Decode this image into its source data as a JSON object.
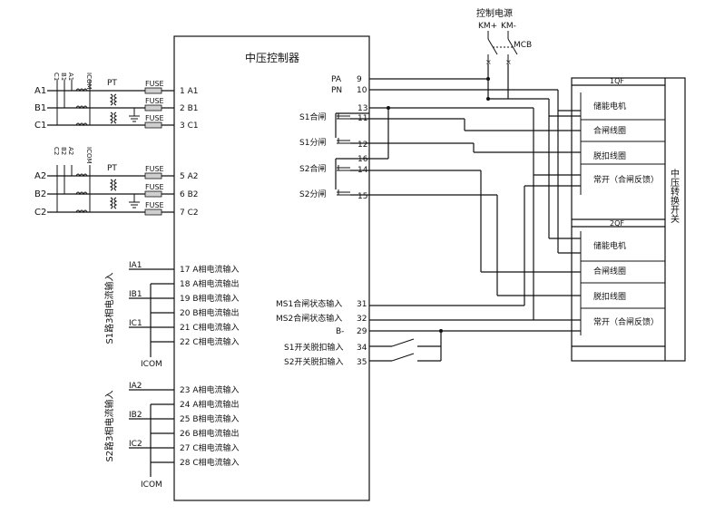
{
  "controller": {
    "title": "中压控制器",
    "pins_right": [
      {
        "label": "PA",
        "num": "9"
      },
      {
        "label": "PN",
        "num": "10"
      }
    ],
    "pins_left": [
      "1 A1",
      "2 B1",
      "3 C1",
      "5 A2",
      "6 B2",
      "7 C2",
      "17 A相电流输入",
      "18 A相电流输出",
      "19 B相电流输入",
      "20 B相电流输出",
      "21 C相电流输入",
      "22 C相电流输入",
      "23 A相电流输入",
      "24 A相电流输出",
      "25 B相电流输入",
      "26 B相电流输出",
      "27 C相电流输入",
      "28 C相电流输入"
    ],
    "pins_switch": [
      "13",
      "11",
      "12",
      "16",
      "14",
      "15"
    ],
    "switch_labels": [
      "S1合闸",
      "S1分闸",
      "S2合闸",
      "S2分闸"
    ],
    "status_pins": [
      {
        "label": "MS1合闸状态输入",
        "num": "31"
      },
      {
        "label": "MS2合闸状态输入",
        "num": "32"
      },
      {
        "label": "B-",
        "num": "29"
      },
      {
        "label": "S1开关脱扣输入",
        "num": "34"
      },
      {
        "label": "S2开关脱扣输入",
        "num": "35"
      }
    ]
  },
  "power": {
    "title": "控制电源",
    "km_pos": "KM+",
    "km_neg": "KM-",
    "mcb": "MCB"
  },
  "inputs": {
    "phase_group1": [
      "A1",
      "B1",
      "C1"
    ],
    "phase_group2": [
      "A2",
      "B2",
      "C2"
    ],
    "group1_vertical": [
      "C1",
      "B1",
      "A1",
      "ICOM"
    ],
    "group2_vertical": [
      "C2",
      "B2",
      "A2",
      "ICOM"
    ],
    "pt_label": "PT",
    "fuse_label": "FUSE"
  },
  "ct": {
    "s1_title": "S1路3相电流输入",
    "s2_title": "S2路3相电流输入",
    "s1_labels": [
      "IA1",
      "IB1",
      "IC1"
    ],
    "s2_labels": [
      "IA2",
      "IB2",
      "IC2"
    ],
    "icom": "ICOM"
  },
  "breakers": {
    "qf1": "1QF",
    "qf2": "2QF",
    "items": [
      "储能电机",
      "合闸线圈",
      "脱扣线圈",
      "常开（合闸反馈）"
    ],
    "side_label": "中压转换开关"
  }
}
